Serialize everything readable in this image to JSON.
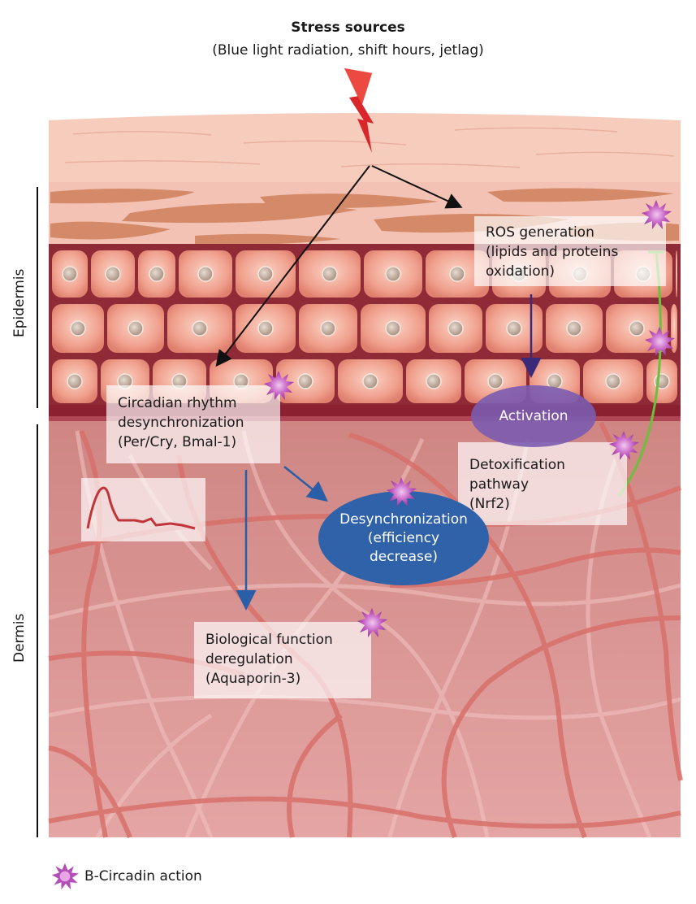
{
  "title": {
    "main": "Stress sources",
    "sub": "(Blue light radiation, shift hours, jetlag)"
  },
  "layers": {
    "epidermis": "Epidermis",
    "dermis": "Dermis"
  },
  "nodes": {
    "ros": [
      "ROS generation",
      "(lipids and proteins",
      "oxidation)"
    ],
    "circadian": [
      "Circadian rhythm",
      "desynchronization",
      "(Per/Cry, Bmal-1)"
    ],
    "activation": [
      "Activation"
    ],
    "detox": [
      "Detoxification",
      "pathway",
      "(Nrf2)"
    ],
    "desync": [
      "Desynchronization",
      "(efficiency",
      "decrease)"
    ],
    "biological": [
      "Biological function",
      "deregulation",
      "(Aquaporin-3)"
    ]
  },
  "icons": {
    "stress": "lightning-bolt-icon",
    "action": "starburst-icon",
    "rhythm": "rhythm-curve-icon"
  },
  "colors": {
    "lightning": "#d8262b",
    "starburst": "#b34fb6",
    "activation": "#7b5cb0",
    "desync": "#2f62a8",
    "blue_arrow": "#2a5fa8",
    "purple_arrow": "#3b2a7a",
    "inhibit_line": "#6cbf3c",
    "curve": "#c0343a"
  },
  "legend": {
    "label": "B-Circadin action"
  }
}
